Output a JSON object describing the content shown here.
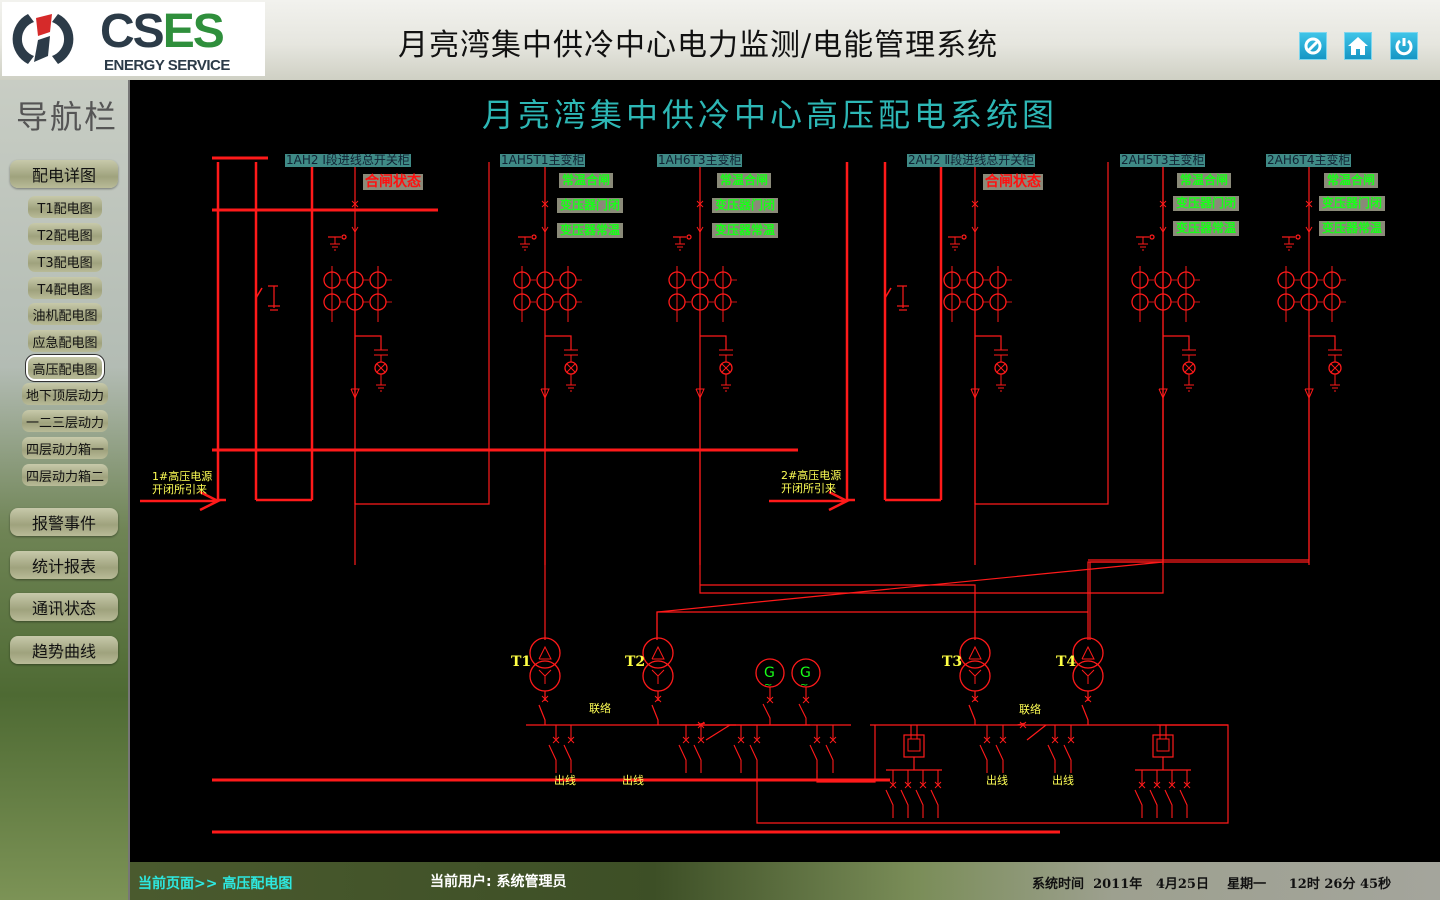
{
  "header": {
    "logo_text_a": "CS",
    "logo_text_b": "ES",
    "logo_subtitle": "ENERGY SERVICE",
    "app_title": "月亮湾集中供冷中心电力监测/电能管理系统",
    "buttons": [
      {
        "name": "cancel",
        "icon": "prohibit-icon"
      },
      {
        "name": "home",
        "icon": "home-icon"
      },
      {
        "name": "power",
        "icon": "power-icon"
      }
    ],
    "accent": "#1fa8d6"
  },
  "sidebar": {
    "title": "导航栏",
    "section": "配电详图",
    "sub_items": [
      "T1配电图",
      "T2配电图",
      "T3配电图",
      "T4配电图",
      "油机配电图",
      "应急配电图",
      "高压配电图",
      "地下顶层动力",
      "一二三层动力",
      "四层动力箱一",
      "四层动力箱二"
    ],
    "active_index": 6,
    "main_items": [
      "报警事件",
      "统计报表",
      "通讯状态",
      "趋势曲线"
    ]
  },
  "diagram": {
    "title": "月亮湾集中供冷中心高压配电系统图",
    "cabinets": [
      {
        "id": "1AH2",
        "label": "1AH2 Ⅰ段进线总开关柜",
        "status": "合闸状态"
      },
      {
        "id": "1AH5",
        "label": "1AH5T1主变柜",
        "statuses": [
          "常温合闸",
          "变压器门闭",
          "变压器常温"
        ]
      },
      {
        "id": "1AH6",
        "label": "1AH6T3主变柜",
        "statuses": [
          "常温合闸",
          "变压器门闭",
          "变压器常温"
        ]
      },
      {
        "id": "2AH2",
        "label": "2AH2 Ⅱ段进线总开关柜",
        "status": "合闸状态"
      },
      {
        "id": "2AH5",
        "label": "2AH5T3主变柜",
        "statuses": [
          "常温合闸",
          "变压器门闭",
          "变压器常温"
        ]
      },
      {
        "id": "2AH6",
        "label": "2AH6T4主变柜",
        "statuses": [
          "常温合闸",
          "变压器门闭",
          "变压器常温"
        ]
      }
    ],
    "sources": [
      {
        "line1": "1#高压电源",
        "line2": "开闭所引来"
      },
      {
        "line1": "2#高压电源",
        "line2": "开闭所引来"
      }
    ],
    "transformers": [
      "T1",
      "T2",
      "T3",
      "T4"
    ],
    "tie_label": "联络",
    "outgoing_label": "出线",
    "generator_symbol": "G",
    "colors": {
      "line": "#ff1a1a",
      "label_bg": "#3f8a86",
      "status_green": "#18ff18",
      "title": "#2db7b5",
      "annotation": "#ffff55"
    }
  },
  "footer": {
    "current_page_label": "当前页面>> 高压配电图",
    "current_user_label": "当前用户: 系统管理员",
    "system_time_label": "系统时间",
    "year": "2011年",
    "date": "4月25日",
    "weekday": "星期一",
    "time": "12时 26分 45秒"
  }
}
